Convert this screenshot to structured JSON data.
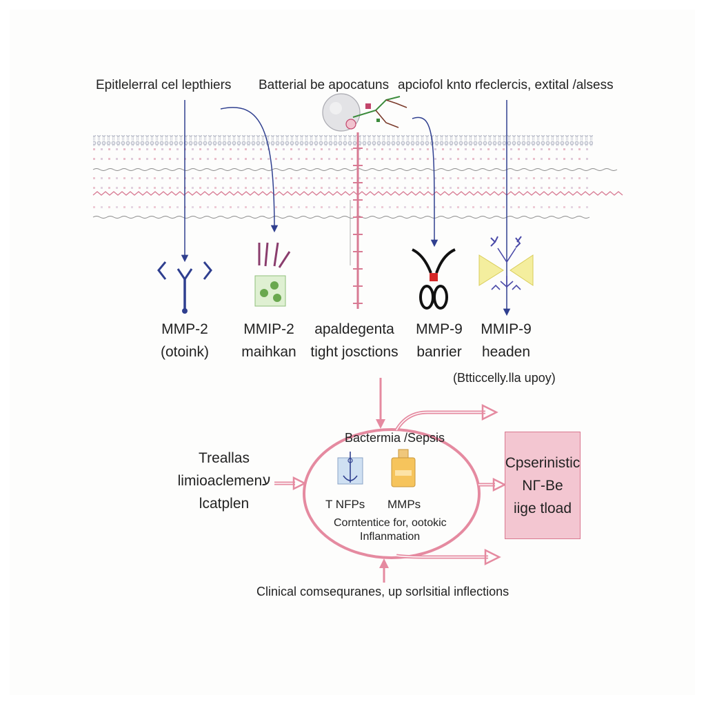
{
  "top_labels": {
    "left": "Epitlelerral cel lepthiers",
    "middle": "Batterial be apocatuns",
    "right": "apciofol knto rfeclercis, extital /alsess"
  },
  "components": [
    {
      "line1": "MMP-2",
      "line2": "(otoink)"
    },
    {
      "line1": "MMIP-2",
      "line2": "maihkan"
    },
    {
      "line1": "apaldegenta",
      "line2": "tight josctions"
    },
    {
      "line1": "MMP-9",
      "line2": "banrier"
    },
    {
      "line1": "MMIP-9",
      "line2": "headen"
    }
  ],
  "note": "(Btticcelly.lla upoy)",
  "cycle": {
    "title": "Bactermia /Sepsis",
    "left_item": "T NFPs",
    "right_item": "MMPs",
    "subtitle_line1": "Corntentice for, ootokic",
    "subtitle_line2": "Inflanmation"
  },
  "left_input": {
    "line1": "Treallas",
    "line2": "limioaclemenע",
    "line3": "lcatplen"
  },
  "right_box": {
    "line1": "Cpserinistic",
    "line2": "NΓ-Be",
    "line3": "iige tload"
  },
  "footer": "Clinical comsequranes, up sorlsitial inflections",
  "colors": {
    "arrow_navy": "#2f3f8f",
    "pink": "#e58aa0",
    "membrane_pink": "#d87a93",
    "box_fill": "#f3c6d1"
  }
}
